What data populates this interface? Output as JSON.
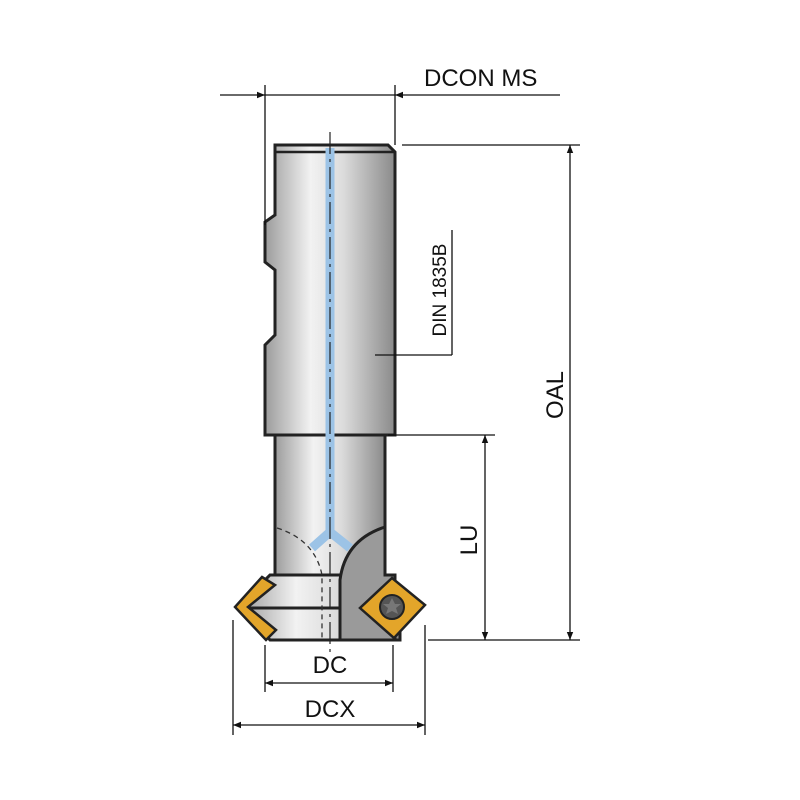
{
  "title": "Chamfer milling cutter with cylindrical shank",
  "labels": {
    "dcon": "DCON MS",
    "oal": "OAL",
    "lu": "LU",
    "dc": "DC",
    "dcx": "DCX",
    "shank_standard": "DIN 1835B"
  },
  "colors": {
    "body": "#c8c8c8",
    "coolant": "#9cc3e6",
    "insert": "#e3a52a",
    "pocket": "#9a9a9a"
  }
}
